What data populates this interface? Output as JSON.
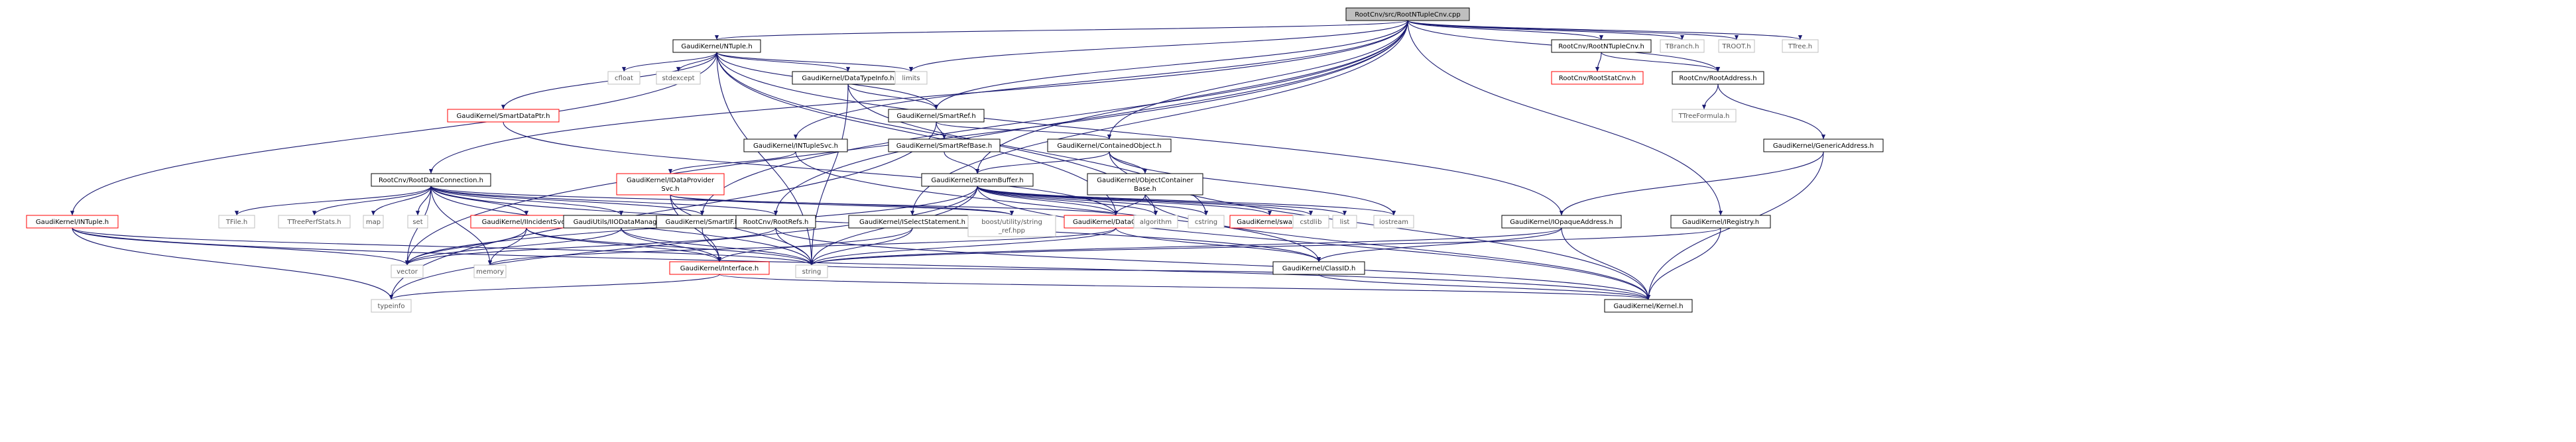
{
  "graph": {
    "root": "RootCnv/src/RootNTupleCnv.cpp",
    "nodes": [
      {
        "id": "root",
        "lines": [
          "RootCnv/src/RootNTupleCnv.cpp"
        ],
        "kind": "root"
      },
      {
        "id": "ntuple_h",
        "lines": [
          "GaudiKernel/NTuple.h"
        ],
        "kind": "doc"
      },
      {
        "id": "rootntuplecnv_h",
        "lines": [
          "RootCnv/RootNTupleCnv.h"
        ],
        "kind": "doc"
      },
      {
        "id": "tbranch",
        "lines": [
          "TBranch.h"
        ],
        "kind": "ext"
      },
      {
        "id": "troot",
        "lines": [
          "TROOT.h"
        ],
        "kind": "ext"
      },
      {
        "id": "ttree",
        "lines": [
          "TTree.h"
        ],
        "kind": "ext"
      },
      {
        "id": "rootstatcnv",
        "lines": [
          "RootCnv/RootStatCnv.h"
        ],
        "kind": "undoc"
      },
      {
        "id": "rootaddress",
        "lines": [
          "RootCnv/RootAddress.h"
        ],
        "kind": "doc"
      },
      {
        "id": "ttreeformula",
        "lines": [
          "TTreeFormula.h"
        ],
        "kind": "ext"
      },
      {
        "id": "genericaddress",
        "lines": [
          "GaudiKernel/GenericAddress.h"
        ],
        "kind": "doc"
      },
      {
        "id": "cfloat",
        "lines": [
          "cfloat"
        ],
        "kind": "ext"
      },
      {
        "id": "stdexcept",
        "lines": [
          "stdexcept"
        ],
        "kind": "ext"
      },
      {
        "id": "datatypeinfo",
        "lines": [
          "GaudiKernel/DataTypeInfo.h"
        ],
        "kind": "doc"
      },
      {
        "id": "limits",
        "lines": [
          "limits"
        ],
        "kind": "ext"
      },
      {
        "id": "smartdataptr",
        "lines": [
          "GaudiKernel/SmartDataPtr.h"
        ],
        "kind": "undoc"
      },
      {
        "id": "smartref",
        "lines": [
          "GaudiKernel/SmartRef.h"
        ],
        "kind": "doc"
      },
      {
        "id": "smartrefbase",
        "lines": [
          "GaudiKernel/SmartRefBase.h"
        ],
        "kind": "doc"
      },
      {
        "id": "containedobject",
        "lines": [
          "GaudiKernel/ContainedObject.h"
        ],
        "kind": "doc"
      },
      {
        "id": "intuplesvc",
        "lines": [
          "GaudiKernel/INTupleSvc.h"
        ],
        "kind": "doc"
      },
      {
        "id": "idataprovidersvc",
        "lines": [
          "GaudiKernel/IDataProvider",
          "Svc.h"
        ],
        "kind": "undoc"
      },
      {
        "id": "streambuffer",
        "lines": [
          "GaudiKernel/StreamBuffer.h"
        ],
        "kind": "doc"
      },
      {
        "id": "objectcontainerbase",
        "lines": [
          "GaudiKernel/ObjectContainer",
          "Base.h"
        ],
        "kind": "doc"
      },
      {
        "id": "rootdataconnection",
        "lines": [
          "RootCnv/RootDataConnection.h"
        ],
        "kind": "doc"
      },
      {
        "id": "tfile",
        "lines": [
          "TFile.h"
        ],
        "kind": "ext"
      },
      {
        "id": "ttreeperfstats",
        "lines": [
          "TTreePerfStats.h"
        ],
        "kind": "ext"
      },
      {
        "id": "map",
        "lines": [
          "map"
        ],
        "kind": "ext"
      },
      {
        "id": "set",
        "lines": [
          "set"
        ],
        "kind": "ext"
      },
      {
        "id": "iincidentsvc",
        "lines": [
          "GaudiKernel/IIncidentSvc.h"
        ],
        "kind": "undoc"
      },
      {
        "id": "iiodatamanager",
        "lines": [
          "GaudiUtils/IIODataManager.h"
        ],
        "kind": "doc"
      },
      {
        "id": "smartif",
        "lines": [
          "GaudiKernel/SmartIF.h"
        ],
        "kind": "doc"
      },
      {
        "id": "rootrefs",
        "lines": [
          "RootCnv/RootRefs.h"
        ],
        "kind": "doc"
      },
      {
        "id": "iselectstatement",
        "lines": [
          "GaudiKernel/ISelectStatement.h"
        ],
        "kind": "doc"
      },
      {
        "id": "boost_string_ref",
        "lines": [
          "boost/utility/string",
          "_ref.hpp"
        ],
        "kind": "ext"
      },
      {
        "id": "dataobject",
        "lines": [
          "GaudiKernel/DataObject.h"
        ],
        "kind": "undoc"
      },
      {
        "id": "algorithm",
        "lines": [
          "algorithm"
        ],
        "kind": "ext"
      },
      {
        "id": "cstring",
        "lines": [
          "cstring"
        ],
        "kind": "ext"
      },
      {
        "id": "swab",
        "lines": [
          "GaudiKernel/swab.h"
        ],
        "kind": "undoc"
      },
      {
        "id": "cstdlib",
        "lines": [
          "cstdlib"
        ],
        "kind": "ext"
      },
      {
        "id": "list",
        "lines": [
          "list"
        ],
        "kind": "ext"
      },
      {
        "id": "iostream",
        "lines": [
          "iostream"
        ],
        "kind": "ext"
      },
      {
        "id": "intuple",
        "lines": [
          "GaudiKernel/INTuple.h"
        ],
        "kind": "undoc"
      },
      {
        "id": "iopaqueaddress",
        "lines": [
          "GaudiKernel/IOpaqueAddress.h"
        ],
        "kind": "doc"
      },
      {
        "id": "iregistry",
        "lines": [
          "GaudiKernel/IRegistry.h"
        ],
        "kind": "doc"
      },
      {
        "id": "interface",
        "lines": [
          "GaudiKernel/Interface.h"
        ],
        "kind": "undoc"
      },
      {
        "id": "classid",
        "lines": [
          "GaudiKernel/ClassID.h"
        ],
        "kind": "doc"
      },
      {
        "id": "vector",
        "lines": [
          "vector"
        ],
        "kind": "ext"
      },
      {
        "id": "memory",
        "lines": [
          "memory"
        ],
        "kind": "ext"
      },
      {
        "id": "string",
        "lines": [
          "string"
        ],
        "kind": "ext"
      },
      {
        "id": "typeinfo",
        "lines": [
          "typeinfo"
        ],
        "kind": "ext"
      },
      {
        "id": "kernel",
        "lines": [
          "GaudiKernel/Kernel.h"
        ],
        "kind": "doc"
      }
    ],
    "edges": [
      [
        "root",
        "ntuple_h"
      ],
      [
        "root",
        "rootntuplecnv_h"
      ],
      [
        "root",
        "tbranch"
      ],
      [
        "root",
        "troot"
      ],
      [
        "root",
        "ttree"
      ],
      [
        "root",
        "rootaddress"
      ],
      [
        "root",
        "rootdataconnection"
      ],
      [
        "root",
        "rootrefs"
      ],
      [
        "root",
        "smartif"
      ],
      [
        "root",
        "iselectstatement"
      ],
      [
        "root",
        "limits"
      ],
      [
        "root",
        "intuplesvc"
      ],
      [
        "root",
        "smartref"
      ],
      [
        "root",
        "containedobject"
      ],
      [
        "root",
        "streambuffer"
      ],
      [
        "root",
        "iregistry"
      ],
      [
        "root",
        "vector"
      ],
      [
        "rootntuplecnv_h",
        "rootstatcnv"
      ],
      [
        "rootntuplecnv_h",
        "rootaddress"
      ],
      [
        "rootaddress",
        "ttreeformula"
      ],
      [
        "rootaddress",
        "genericaddress"
      ],
      [
        "genericaddress",
        "kernel"
      ],
      [
        "genericaddress",
        "iopaqueaddress"
      ],
      [
        "ntuple_h",
        "cfloat"
      ],
      [
        "ntuple_h",
        "stdexcept"
      ],
      [
        "ntuple_h",
        "datatypeinfo"
      ],
      [
        "ntuple_h",
        "limits"
      ],
      [
        "ntuple_h",
        "smartdataptr"
      ],
      [
        "ntuple_h",
        "intuple"
      ],
      [
        "ntuple_h",
        "string"
      ],
      [
        "ntuple_h",
        "algorithm"
      ],
      [
        "ntuple_h",
        "dataobject"
      ],
      [
        "ntuple_h",
        "iopaqueaddress"
      ],
      [
        "ntuple_h",
        "smartref"
      ],
      [
        "datatypeinfo",
        "smartref"
      ],
      [
        "datatypeinfo",
        "cstring"
      ],
      [
        "datatypeinfo",
        "string"
      ],
      [
        "smartdataptr",
        "dataobject"
      ],
      [
        "smartref",
        "smartrefbase"
      ],
      [
        "smartref",
        "containedobject"
      ],
      [
        "smartref",
        "typeinfo"
      ],
      [
        "smartrefbase",
        "streambuffer"
      ],
      [
        "containedobject",
        "streambuffer"
      ],
      [
        "containedobject",
        "objectcontainerbase"
      ],
      [
        "containedobject",
        "iostream"
      ],
      [
        "containedobject",
        "kernel"
      ],
      [
        "intuplesvc",
        "idataprovidersvc"
      ],
      [
        "intuplesvc",
        "classid"
      ],
      [
        "idataprovidersvc",
        "dataobject"
      ],
      [
        "idataprovidersvc",
        "boost_string_ref"
      ],
      [
        "idataprovidersvc",
        "string"
      ],
      [
        "idataprovidersvc",
        "interface"
      ],
      [
        "streambuffer",
        "vector"
      ],
      [
        "streambuffer",
        "algorithm"
      ],
      [
        "streambuffer",
        "cstring"
      ],
      [
        "streambuffer",
        "swab"
      ],
      [
        "streambuffer",
        "cstdlib"
      ],
      [
        "streambuffer",
        "list"
      ],
      [
        "streambuffer",
        "iostream"
      ],
      [
        "streambuffer",
        "kernel"
      ],
      [
        "streambuffer",
        "typeinfo"
      ],
      [
        "streambuffer",
        "string"
      ],
      [
        "streambuffer",
        "dataobject"
      ],
      [
        "objectcontainerbase",
        "kernel"
      ],
      [
        "objectcontainerbase",
        "dataobject"
      ],
      [
        "rootdataconnection",
        "tfile"
      ],
      [
        "rootdataconnection",
        "ttreeperfstats"
      ],
      [
        "rootdataconnection",
        "map"
      ],
      [
        "rootdataconnection",
        "set"
      ],
      [
        "rootdataconnection",
        "iincidentsvc"
      ],
      [
        "rootdataconnection",
        "iiodatamanager"
      ],
      [
        "rootdataconnection",
        "smartif"
      ],
      [
        "rootdataconnection",
        "rootrefs"
      ],
      [
        "rootdataconnection",
        "boost_string_ref"
      ],
      [
        "rootdataconnection",
        "string"
      ],
      [
        "rootdataconnection",
        "vector"
      ],
      [
        "rootdataconnection",
        "memory"
      ],
      [
        "rootdataconnection",
        "classid"
      ],
      [
        "iincidentsvc",
        "interface"
      ],
      [
        "iincidentsvc",
        "vector"
      ],
      [
        "iincidentsvc",
        "memory"
      ],
      [
        "iincidentsvc",
        "string"
      ],
      [
        "iiodatamanager",
        "interface"
      ],
      [
        "iiodatamanager",
        "string"
      ],
      [
        "iiodatamanager",
        "vector"
      ],
      [
        "smartif",
        "interface"
      ],
      [
        "rootrefs",
        "string"
      ],
      [
        "rootrefs",
        "vector"
      ],
      [
        "rootrefs",
        "kernel"
      ],
      [
        "iselectstatement",
        "interface"
      ],
      [
        "iselectstatement",
        "string"
      ],
      [
        "dataobject",
        "classid"
      ],
      [
        "dataobject",
        "string"
      ],
      [
        "dataobject",
        "memory"
      ],
      [
        "intuple",
        "vector"
      ],
      [
        "intuple",
        "string"
      ],
      [
        "intuple",
        "typeinfo"
      ],
      [
        "intuple",
        "kernel"
      ],
      [
        "iopaqueaddress",
        "classid"
      ],
      [
        "iopaqueaddress",
        "kernel"
      ],
      [
        "iopaqueaddress",
        "string"
      ],
      [
        "iregistry",
        "kernel"
      ],
      [
        "iregistry",
        "string"
      ],
      [
        "interface",
        "typeinfo"
      ],
      [
        "interface",
        "kernel"
      ],
      [
        "classid",
        "kernel"
      ],
      [
        "classid",
        "string"
      ]
    ]
  }
}
